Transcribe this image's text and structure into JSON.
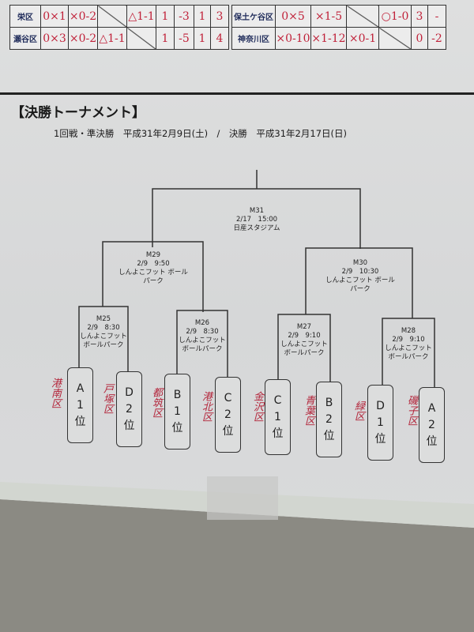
{
  "score_tables": {
    "left": [
      {
        "team": "栄区",
        "cells": [
          "0×1",
          "×0-2",
          "",
          "△1-1",
          "1",
          "-3",
          "1",
          "3"
        ]
      },
      {
        "team": "瀬谷区",
        "cells": [
          "0×3",
          "×0-2",
          "△1-1",
          "",
          "1",
          "-5",
          "1",
          "4"
        ]
      }
    ],
    "right": [
      {
        "team": "保土ケ谷区",
        "cells": [
          "0×5",
          "×1-5",
          "",
          "○1-0",
          "3",
          "-"
        ]
      },
      {
        "team": "神奈川区",
        "cells": [
          "×0-10",
          "×1-12",
          "×0-1",
          "",
          "0",
          "-2"
        ]
      }
    ]
  },
  "header": {
    "title": "【決勝トーナメント】",
    "subtitle": "1回戦・準決勝　平成31年2月9日(土)　/　決勝　平成31年2月17日(日)"
  },
  "matches": {
    "m31": {
      "id": "M31",
      "time": "2/17　15:00",
      "venue": "日産スタジアム"
    },
    "m29": {
      "id": "M29",
      "time": "2/9　9:50",
      "venue": "しんよこフット ボールパーク"
    },
    "m30": {
      "id": "M30",
      "time": "2/9　10:30",
      "venue": "しんよこフット ボールパーク"
    },
    "m25": {
      "id": "M25",
      "time": "2/9　8:30",
      "venue": "しんよこフット ボールパーク"
    },
    "m26": {
      "id": "M26",
      "time": "2/9　8:30",
      "venue": "しんよこフット ボールパーク"
    },
    "m27": {
      "id": "M27",
      "time": "2/9　9:10",
      "venue": "しんよこフット ボールパーク"
    },
    "m28": {
      "id": "M28",
      "time": "2/9　9:10",
      "venue": "しんよこフット ボールパーク"
    }
  },
  "slots": [
    {
      "group": "A",
      "rank": "1",
      "suffix": "位",
      "handwritten": "港南区"
    },
    {
      "group": "D",
      "rank": "2",
      "suffix": "位",
      "handwritten": "戸塚区"
    },
    {
      "group": "B",
      "rank": "1",
      "suffix": "位",
      "handwritten": "都筑区"
    },
    {
      "group": "C",
      "rank": "2",
      "suffix": "位",
      "handwritten": "港北区"
    },
    {
      "group": "C",
      "rank": "1",
      "suffix": "位",
      "handwritten": "金沢区"
    },
    {
      "group": "B",
      "rank": "2",
      "suffix": "位",
      "handwritten": "青葉区"
    },
    {
      "group": "D",
      "rank": "1",
      "suffix": "位",
      "handwritten": "緑区"
    },
    {
      "group": "A",
      "rank": "2",
      "suffix": "位",
      "handwritten": "磯子区"
    }
  ]
}
